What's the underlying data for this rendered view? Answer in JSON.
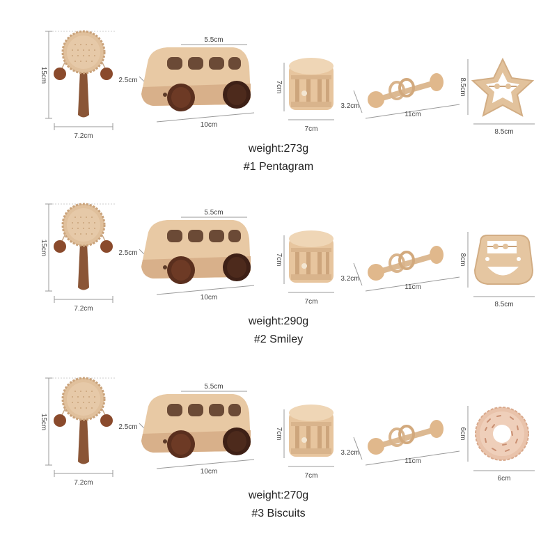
{
  "sets": [
    {
      "rattle_height": "15cm",
      "rattle_width": "7.2cm",
      "bus_height": "2.5cm",
      "bus_top": "5.5cm",
      "bus_length": "10cm",
      "drum_height": "7cm",
      "drum_width": "7cm",
      "dumbbell_height": "3.2cm",
      "dumbbell_length": "11cm",
      "teether_height": "8.5cm",
      "teether_width": "8.5cm",
      "teether_shape": "star",
      "weight": "weight:273g",
      "name": "#1 Pentagram"
    },
    {
      "rattle_height": "15cm",
      "rattle_width": "7.2cm",
      "bus_height": "2.5cm",
      "bus_top": "5.5cm",
      "bus_length": "10cm",
      "drum_height": "7cm",
      "drum_width": "7cm",
      "dumbbell_height": "3.2cm",
      "dumbbell_length": "11cm",
      "teether_height": "8cm",
      "teether_width": "8.5cm",
      "teether_shape": "smiley",
      "weight": "weight:290g",
      "name": "#2 Smiley"
    },
    {
      "rattle_height": "15cm",
      "rattle_width": "7.2cm",
      "bus_height": "2.5cm",
      "bus_top": "5.5cm",
      "bus_length": "10cm",
      "drum_height": "7cm",
      "drum_width": "7cm",
      "dumbbell_height": "3.2cm",
      "dumbbell_length": "11cm",
      "teether_height": "6cm",
      "teether_width": "6cm",
      "teether_shape": "donut",
      "weight": "weight:270g",
      "name": "#3 Biscuits"
    }
  ]
}
